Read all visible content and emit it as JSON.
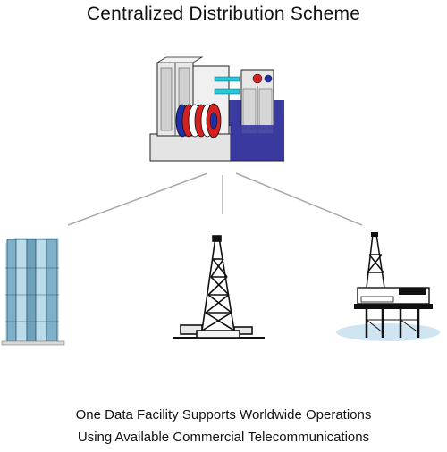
{
  "title": "Centralized Distribution Scheme",
  "caption": {
    "line1": "One Data Facility Supports Worldwide Operations",
    "line2": "Using Available Commercial Telecommunications"
  },
  "nodes": {
    "hub": "data-center-computer-icon",
    "sites": [
      "office-building-icon",
      "drilling-rig-icon",
      "offshore-platform-icon"
    ]
  },
  "colors": {
    "line": "#aaaaaa",
    "tape_red": "#d42020",
    "tape_blue": "#1e2fa8",
    "panel_cyan": "#27c8d8",
    "floor_blue": "#3a3aa0",
    "glass": "#9fc8d8",
    "water": "#cfe6f2"
  }
}
